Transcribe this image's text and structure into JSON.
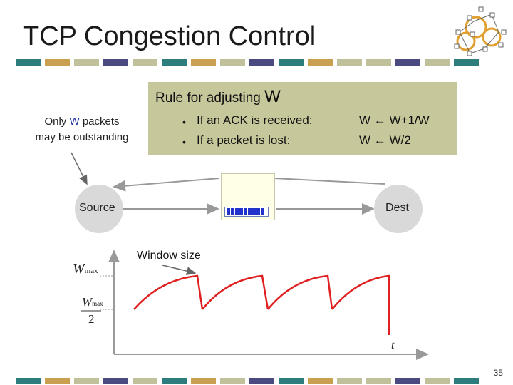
{
  "slide": {
    "title": "TCP Congestion Control",
    "page_number": "35"
  },
  "rule": {
    "heading": "Rule for adjusting",
    "heading_var": "W",
    "items": [
      {
        "condition": "If an ACK is received:",
        "action": "W ← W+1/W"
      },
      {
        "condition": "If a packet is lost:",
        "action": "W ← W/2"
      }
    ]
  },
  "note": {
    "prefix": "Only ",
    "var": "W",
    "suffix": " packets",
    "line2": "may be outstanding"
  },
  "nodes": {
    "source": "Source",
    "dest": "Dest"
  },
  "graph": {
    "window_label": "Window size",
    "wmax_w": "W",
    "wmax_sub": "max",
    "whalf_sub": "max",
    "whalf_den": "2",
    "time_axis": "t"
  },
  "colors": {
    "curve": "#e02020",
    "rule_box": "#c7c79c",
    "highlight": "#1a2fa0",
    "queue": "#2233cc"
  }
}
